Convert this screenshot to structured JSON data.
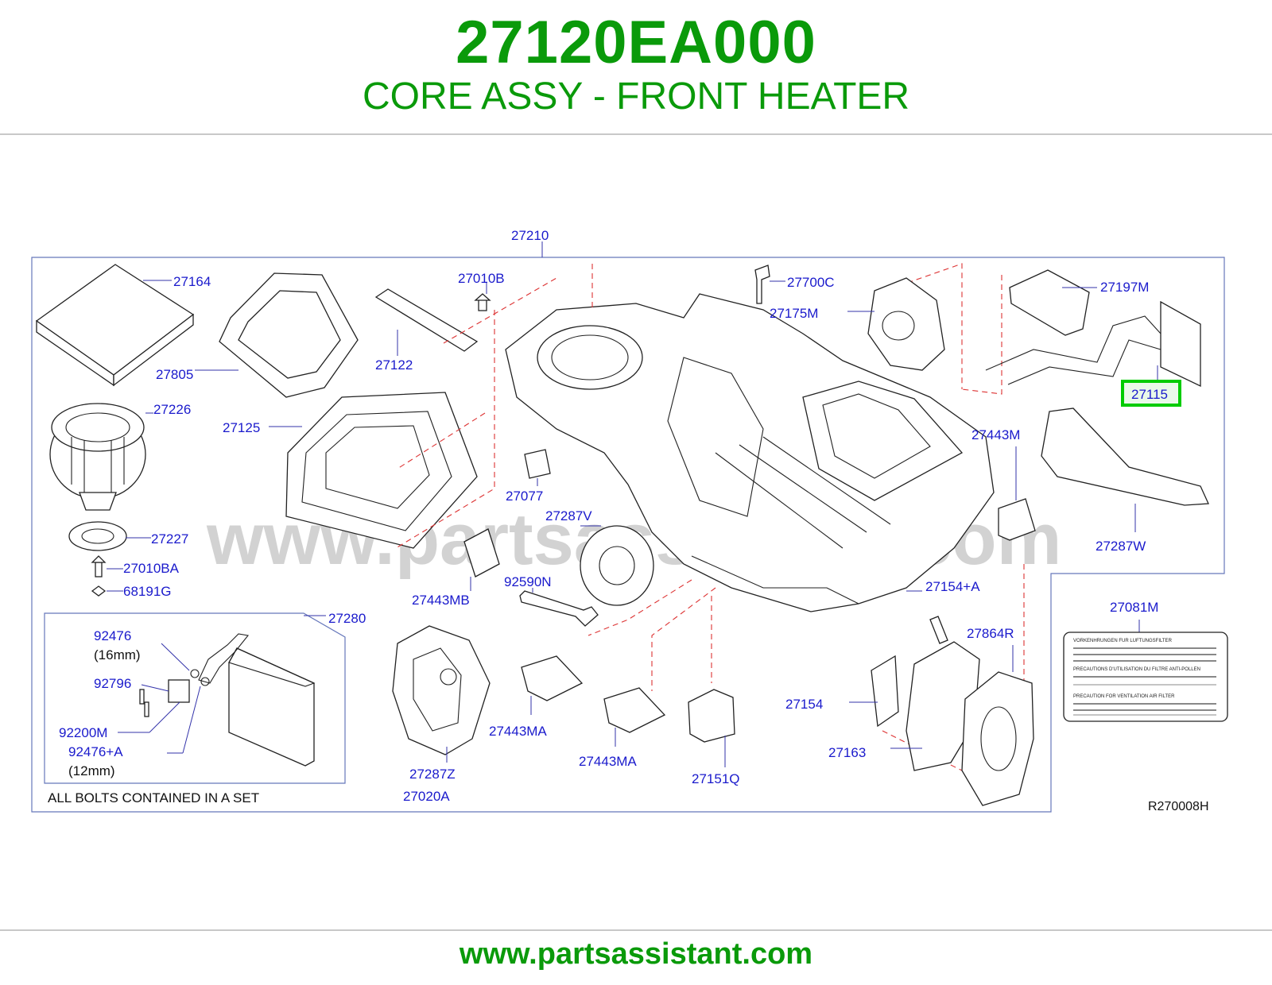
{
  "header": {
    "part_number": "27120EA000",
    "title": "CORE ASSY - FRONT HEATER"
  },
  "diagram": {
    "reference_code": "R270008H",
    "watermark": "www.partsassistant.com",
    "highlighted_part": "27115",
    "highlight_color": "#00cc00",
    "set_note": "ALL  BOLTS  CONTAINED  IN  A  SET",
    "size_notes": {
      "n16": "(16mm)",
      "n12": "(12mm)"
    },
    "parts": {
      "p27210": "27210",
      "p27164": "27164",
      "p27805": "27805",
      "p27226": "27226",
      "p27125": "27125",
      "p27227": "27227",
      "p27010BA": "27010BA",
      "p68191G": "68191G",
      "p27280": "27280",
      "p92476": "92476",
      "p92796": "92796",
      "p92200M": "92200M",
      "p92476A": "92476+A",
      "p27010B": "27010B",
      "p27122": "27122",
      "p27077": "27077",
      "p27287V": "27287V",
      "p27443MB": "27443MB",
      "p92590N": "92590N",
      "p27287Z": "27287Z",
      "p27020A": "27020A",
      "p27443MA1": "27443MA",
      "p27443MA2": "27443MA",
      "p27151Q": "27151Q",
      "p27700C": "27700C",
      "p27175M": "27175M",
      "p27197M": "27197M",
      "p27115": "27115",
      "p27443M": "27443M",
      "p27287W": "27287W",
      "p27154A": "27154+A",
      "p27081M": "27081M",
      "p27864R": "27864R",
      "p27154": "27154",
      "p27163": "27163"
    },
    "label_card": {
      "line1": "VORKENHRUNGEN    FUR    LUFTUNGSFILTER",
      "line2": "PRECAUTIONS   D'UTILISATION   DU   FILTRE   ANTI-POLLEN",
      "line3": "PRECAUTION   FOR   VENTILATION   AIR   FILTER"
    }
  },
  "footer": {
    "website": "www.partsassistant.com"
  },
  "colors": {
    "brand_green": "#0a9a0a",
    "label_blue": "#1a1acc",
    "dashed_red": "#dd3333"
  }
}
